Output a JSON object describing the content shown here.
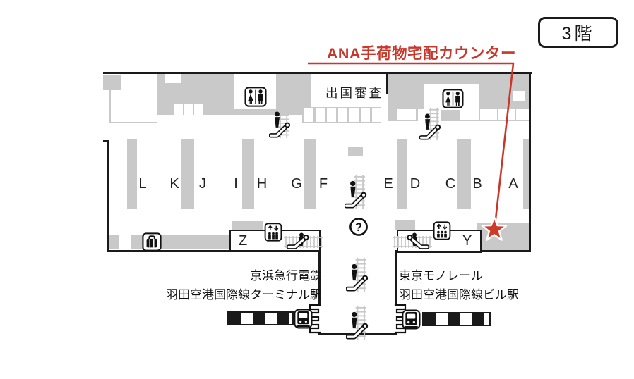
{
  "floor_badge": {
    "label": "3階"
  },
  "annotation": {
    "label": "ANA手荷物宅配カウンター"
  },
  "map": {
    "immigration_label": "出国審査",
    "counters": [
      "L",
      "K",
      "J",
      "I",
      "H",
      "G",
      "F",
      "E",
      "D",
      "C",
      "B",
      "A"
    ],
    "zones": {
      "z": "Z",
      "y": "Y"
    },
    "info_mark": "?",
    "stations": {
      "keikyu": {
        "line1": "京浜急行電鉄",
        "line2": "羽田空港国際線ターミナル駅"
      },
      "monorail": {
        "line1": "東京モノレール",
        "line2": "羽田空港国際線ビル駅"
      }
    },
    "colors": {
      "accent_red": "#c9372b",
      "area_gray": "#c9c9ca"
    }
  }
}
